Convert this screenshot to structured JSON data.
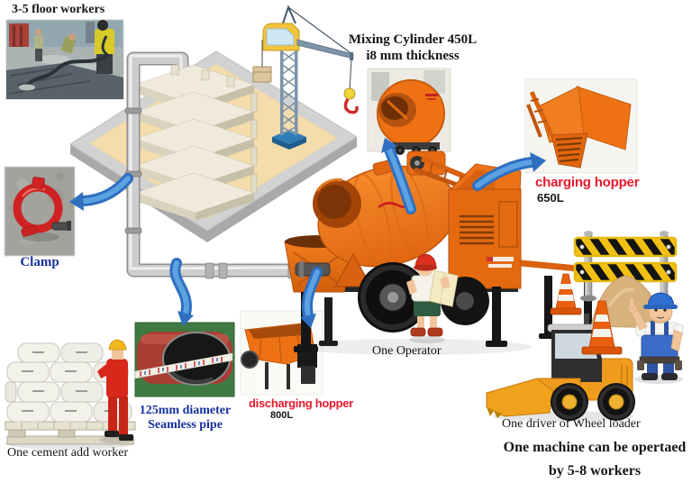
{
  "labels": {
    "floor_workers": "3-5 floor workers",
    "mixing_cylinder_1": "Mixing Cylinder 450L",
    "mixing_cylinder_2": "i8 mm thickness",
    "charging_hopper": "charging hopper",
    "charging_hopper_capacity": "650L",
    "clamp": "Clamp",
    "pipe_1": "125mm diameter",
    "pipe_2": "Seamless pipe",
    "discharging_hopper": "discharging hopper",
    "discharging_hopper_capacity": "800L",
    "operator": "One Operator",
    "cement_worker": "One cement add worker",
    "loader_driver": "One driver of Wheel loader",
    "summary_1": "One machine can be opertaed",
    "summary_2": "by 5-8 workers"
  },
  "colors": {
    "label_red": "#e8192c",
    "label_blue": "#16309c",
    "machine_orange": "#ee7318",
    "arrow_blue": "#2f6fc0",
    "platform_sand": "#f4dcab",
    "barrier_yellow": "#f2c010",
    "clamp_red": "#cf2323",
    "loader_yellow": "#ef9c1e",
    "pipe_silver": "#c9c9c9"
  },
  "scene_elements": [
    "construction-site-platform",
    "building-under-construction",
    "tower-crane",
    "concrete-delivery-pipeline",
    "concrete-mixer-pump",
    "floor-workers-photo",
    "clamp-photo",
    "mixing-cylinder-photo",
    "charging-hopper-photo",
    "discharging-hopper-photo",
    "seamless-pipe-photo",
    "cement-bag-pallet",
    "cement-worker",
    "operator",
    "wheel-loader",
    "loader-driver",
    "safety-barrier",
    "traffic-cones",
    "sand-pile",
    "flow-arrows"
  ]
}
